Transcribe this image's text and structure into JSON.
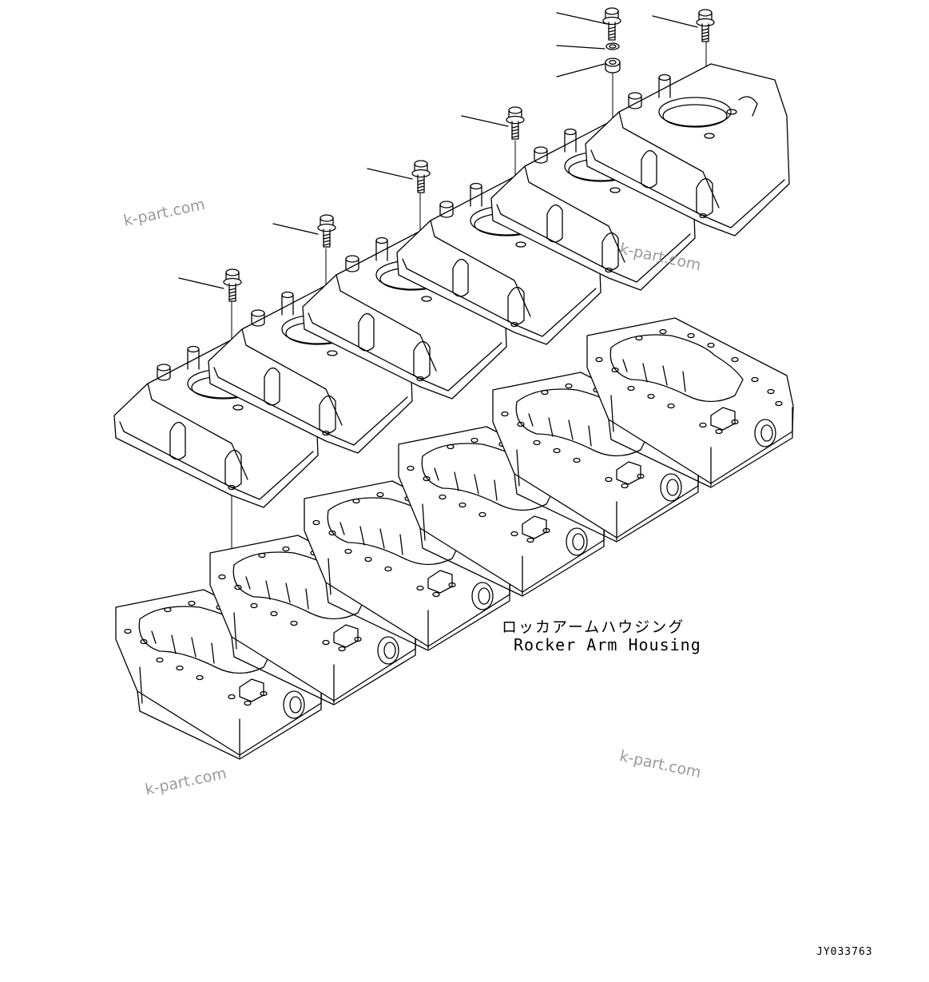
{
  "diagram": {
    "label_jp": "ロッカアームハウジング",
    "label_en": "Rocker Arm Housing",
    "doc_id": "JY033763"
  },
  "watermarks": [
    "k-part.com",
    "k-part.com",
    "k-part.com",
    "k-part.com"
  ]
}
